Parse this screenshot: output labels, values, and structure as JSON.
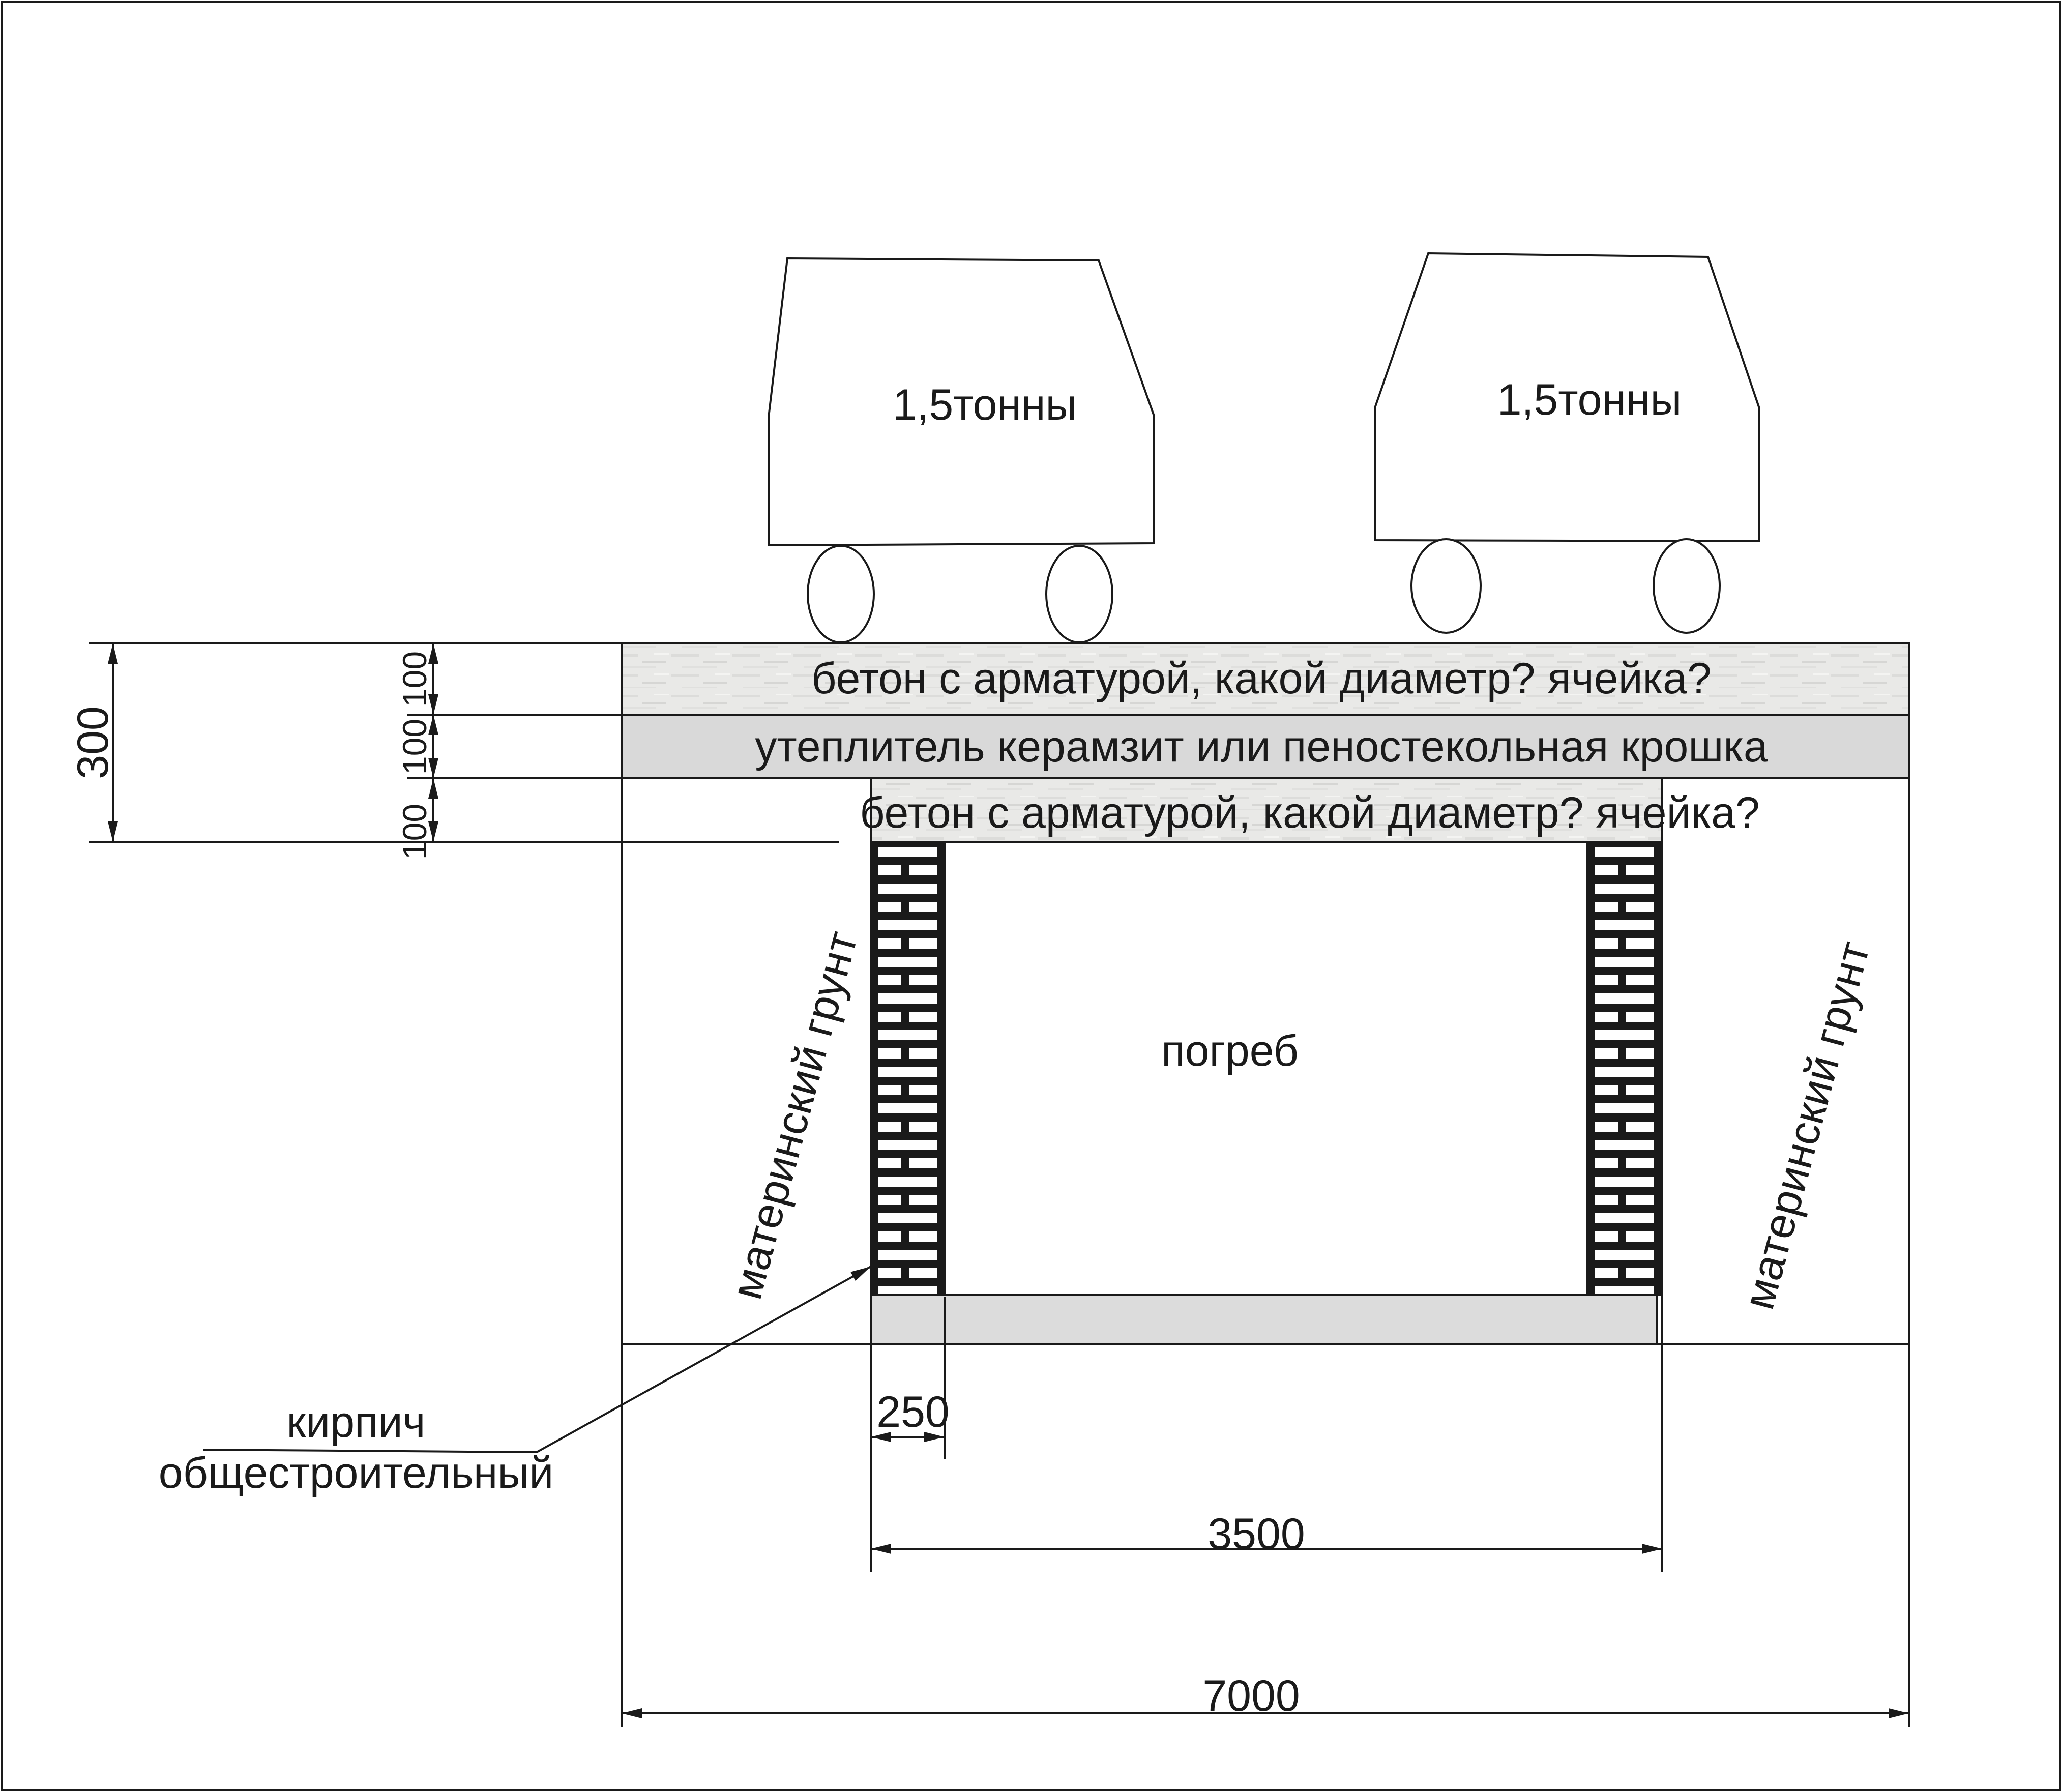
{
  "cars": [
    {
      "label": "1,5тонны"
    },
    {
      "label": "1,5тонны"
    }
  ],
  "layers": {
    "top_slab": "бетон с арматурой, какой диаметр? ячейка?",
    "insulation": "утеплитель керамзит или пеностекольная крошка",
    "bottom_slab": "бетон с арматурой, какой диаметр? ячейка?"
  },
  "cellar": {
    "label": "погреб"
  },
  "soil": {
    "left": "материнский грунт",
    "right": "материнский грунт"
  },
  "brick": {
    "line1": "кирпич",
    "line2": "общестроительный"
  },
  "dimensions": {
    "total_depth": "300",
    "layer_top": "100",
    "layer_mid": "100",
    "layer_bottom": "100",
    "wall": "250",
    "inner_width": "3500",
    "total_width": "7000"
  },
  "colors": {
    "stroke": "#1a1a1a",
    "concrete": "#e8e8e6",
    "insulation": "#d9d9d9",
    "floor": "#dcdcdc",
    "brick": "#ffffff"
  }
}
